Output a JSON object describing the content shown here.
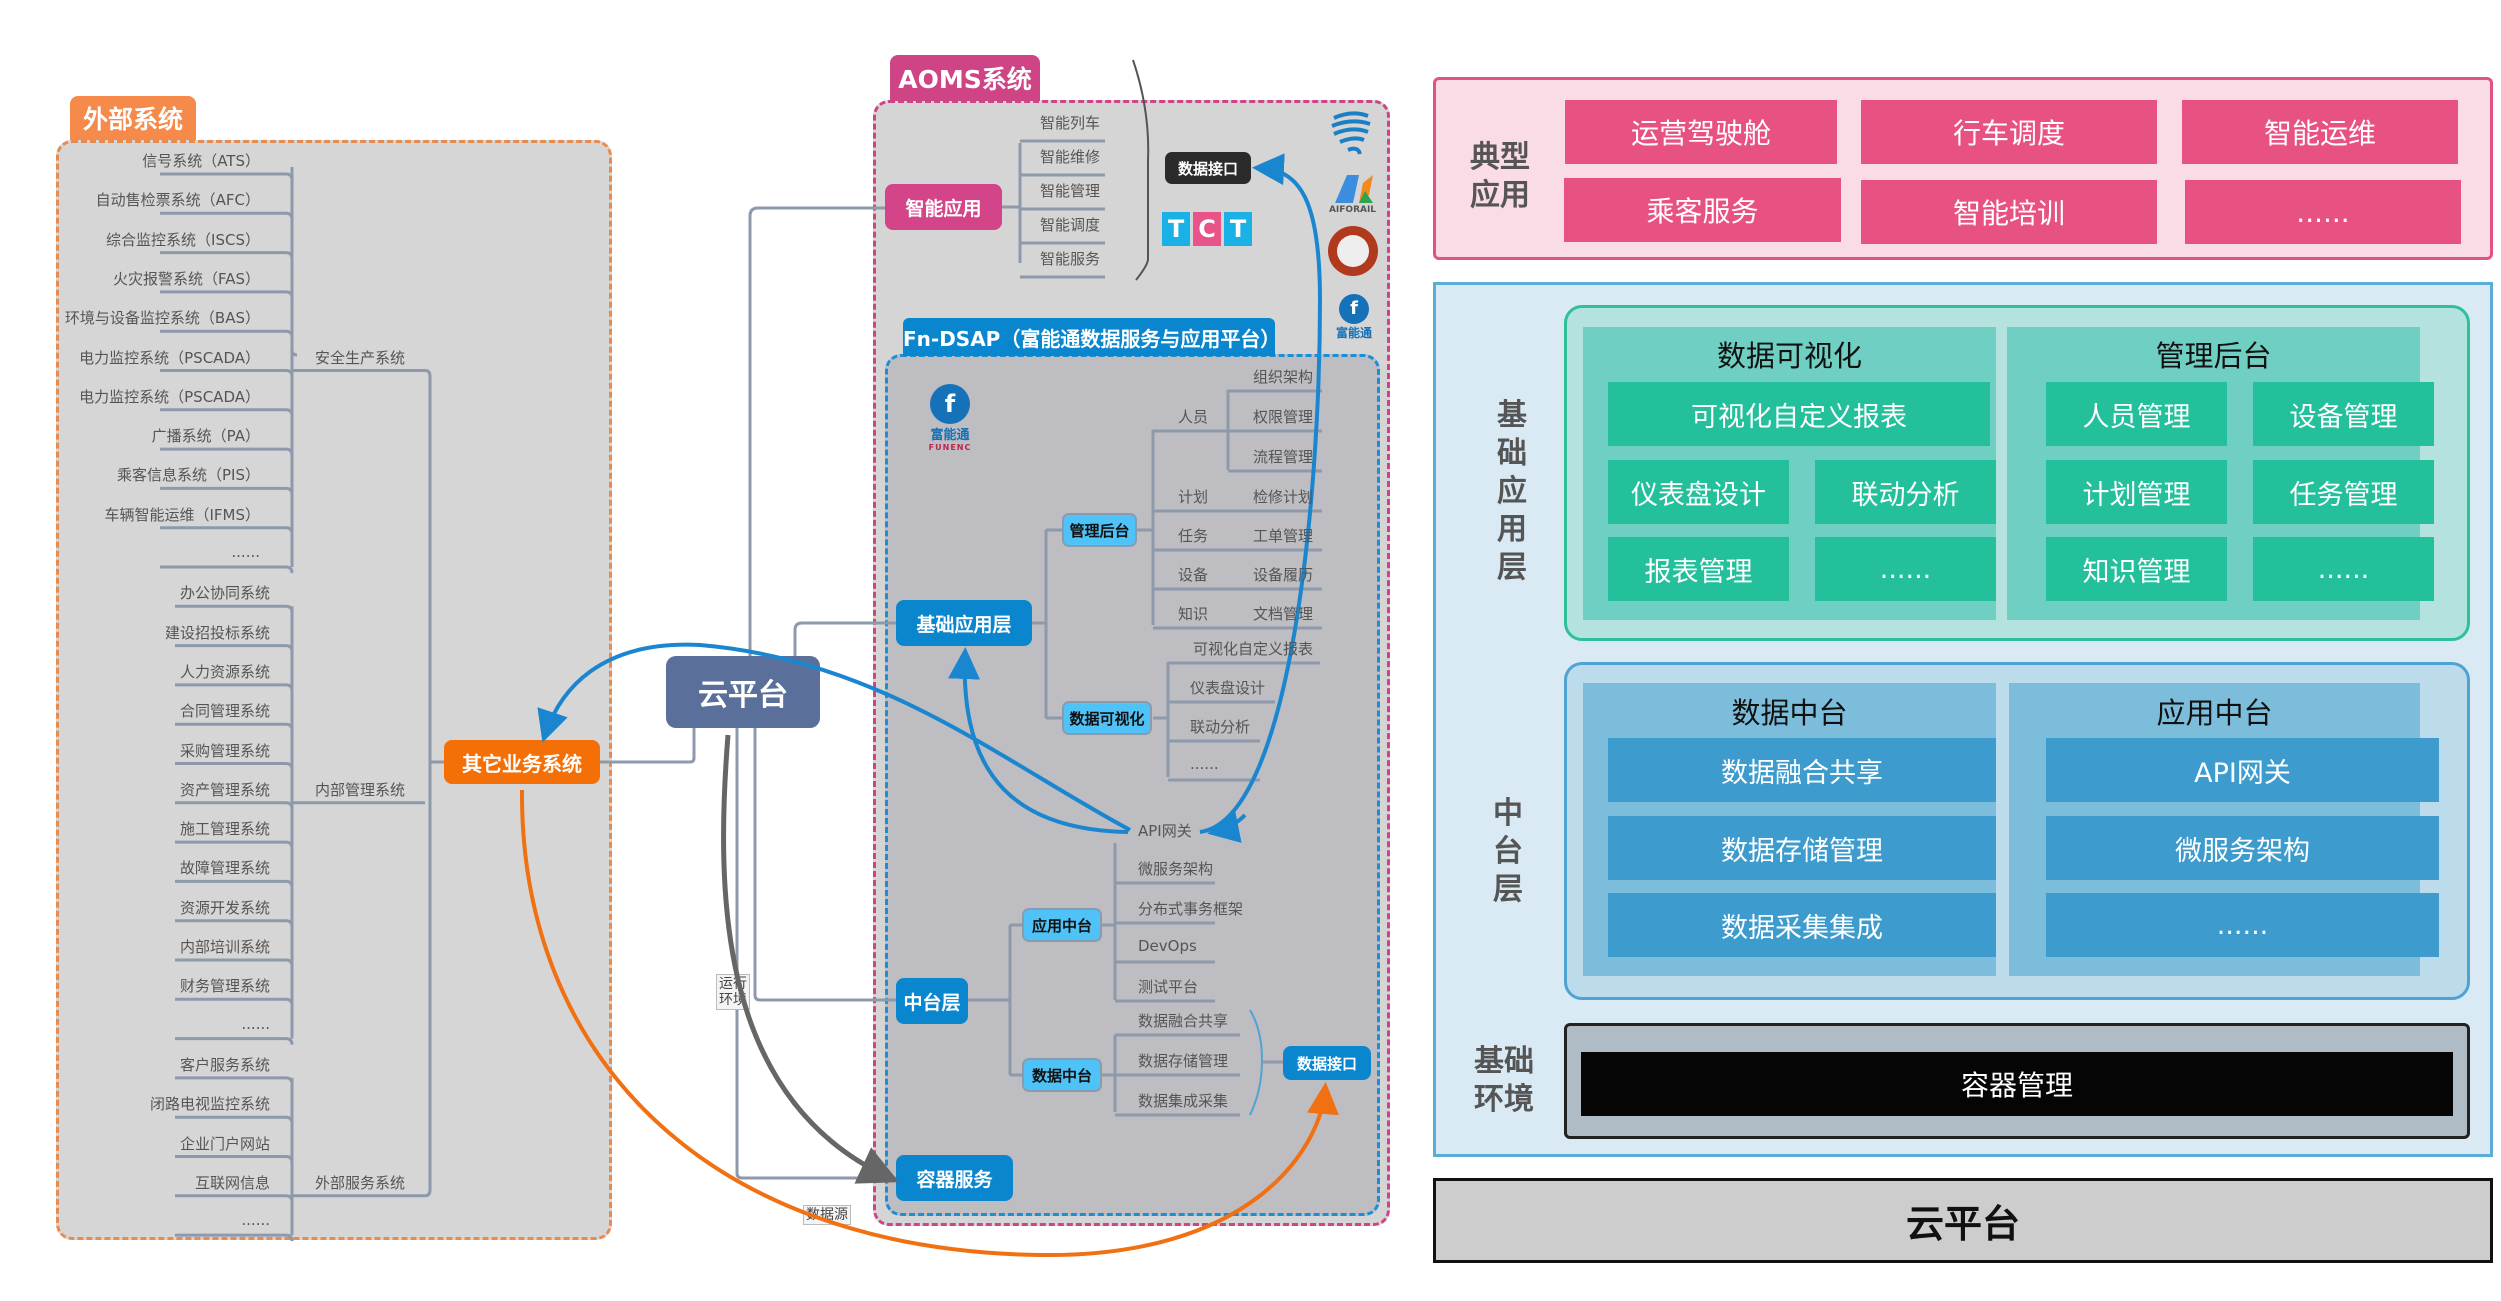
{
  "external": {
    "title": "外部系统",
    "groups": [
      {
        "label": "安全生产系统",
        "items": [
          "信号系统（ATS）",
          "自动售检票系统（AFC）",
          "综合监控系统（ISCS）",
          "火灾报警系统（FAS）",
          "环境与设备监控系统（BAS）",
          "电力监控系统（PSCADA）",
          "电力监控系统（PSCADA）",
          "广播系统（PA）",
          "乘客信息系统（PIS）",
          "车辆智能运维（IFMS）",
          "......"
        ]
      },
      {
        "label": "内部管理系统",
        "items": [
          "办公协同系统",
          "建设招投标系统",
          "人力资源系统",
          "合同管理系统",
          "采购管理系统",
          "资产管理系统",
          "施工管理系统",
          "故障管理系统",
          "资源开发系统",
          "内部培训系统",
          "财务管理系统",
          "......"
        ]
      },
      {
        "label": "外部服务系统",
        "items": [
          "客户服务系统",
          "闭路电视监控系统",
          "企业门户网站",
          "互联网信息",
          "......"
        ]
      }
    ],
    "root": "其它业务系统"
  },
  "cloud_node": "云平台",
  "edge_labels": {
    "runtime": "运行\n环境",
    "runtime_l1": "运行",
    "runtime_l2": "环境",
    "datasource": "数据源"
  },
  "aoms": {
    "title": "AOMS系统",
    "smart_app": {
      "label": "智能应用",
      "items": [
        "智能列车",
        "智能维修",
        "智能管理",
        "智能调度",
        "智能服务"
      ]
    },
    "data_interface_top": "数据接口",
    "tct_letters": [
      "T",
      "C",
      "T"
    ],
    "logos": [
      "eagle-logo",
      "aiforail-logo",
      "elephant-logo",
      "funenc-logo"
    ],
    "aiforail_text": "AIFORAIL",
    "funenc_text": "富能通",
    "funenc_sub": "FUNENC"
  },
  "dsap": {
    "title": "Fn-DSAP（富能通数据服务与应用平台）",
    "base_layer": {
      "label": "基础应用层",
      "mgmt": {
        "label": "管理后台",
        "rows": [
          {
            "cat": "人员",
            "items": [
              "组织架构",
              "权限管理",
              "流程管理"
            ]
          },
          {
            "cat": "计划",
            "items": [
              "检修计划"
            ]
          },
          {
            "cat": "任务",
            "items": [
              "工单管理"
            ]
          },
          {
            "cat": "设备",
            "items": [
              "设备履历"
            ]
          },
          {
            "cat": "知识",
            "items": [
              "文档管理"
            ]
          }
        ]
      },
      "viz": {
        "label": "数据可视化",
        "items": [
          "可视化自定义报表",
          "仪表盘设计",
          "联动分析",
          "......"
        ]
      }
    },
    "mid_layer": {
      "label": "中台层",
      "api_gateway": "API网关",
      "app_mid": {
        "label": "应用中台",
        "items": [
          "微服务架构",
          "分布式事务框架",
          "DevOps",
          "测试平台"
        ]
      },
      "data_mid": {
        "label": "数据中台",
        "items": [
          "数据融合共享",
          "数据存储管理",
          "数据集成采集"
        ]
      },
      "data_interface": "数据接口"
    },
    "container": "容器服务"
  },
  "arch": {
    "typical": {
      "label_l1": "典型",
      "label_l2": "应用",
      "cells": [
        "运营驾驶舱",
        "行车调度",
        "智能运维",
        "乘客服务",
        "智能培训",
        "......"
      ]
    },
    "base_app": {
      "label": [
        "基",
        "础",
        "应",
        "用",
        "层"
      ],
      "viz": {
        "title": "数据可视化",
        "wide": "可视化自定义报表",
        "cells": [
          "仪表盘设计",
          "联动分析",
          "报表管理",
          "......"
        ]
      },
      "mgmt": {
        "title": "管理后台",
        "cells": [
          "人员管理",
          "设备管理",
          "计划管理",
          "任务管理",
          "知识管理",
          "......"
        ]
      }
    },
    "mid": {
      "label": [
        "中",
        "台",
        "层"
      ],
      "data": {
        "title": "数据中台",
        "cells": [
          "数据融合共享",
          "数据存储管理",
          "数据采集集成"
        ]
      },
      "app": {
        "title": "应用中台",
        "cells": [
          "API网关",
          "微服务架构",
          "......"
        ]
      }
    },
    "env": {
      "label_l1": "基础",
      "label_l2": "环境",
      "cell": "容器管理"
    },
    "cloud": "云平台"
  },
  "colors": {
    "orange": "#f56f07",
    "magenta": "#cf4485",
    "blue": "#0a86cf",
    "light_blue": "#4fc3f7",
    "slate": "#5a6f99",
    "green": "#24c09c",
    "mid_blue": "#3d9ccd",
    "pink": "#e85282"
  }
}
